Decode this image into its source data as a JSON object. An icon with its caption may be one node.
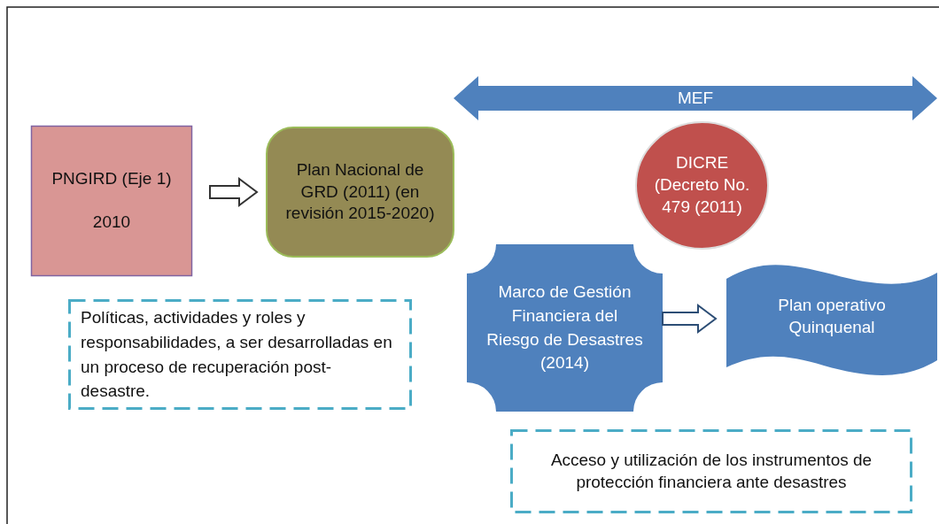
{
  "diagram": {
    "nodes": [
      {
        "text": [
          "PNGIRD (Eje 1)",
          "2010"
        ]
      },
      {
        "text": [
          "Plan Nacional de GRD (2011) (en revisión 2015-2020)"
        ]
      },
      {
        "text": [
          "Políticas, actividades y roles y responsabilidades, a ser desarrolladas en un proceso de recuperación post-desastre."
        ]
      },
      {
        "text": [
          "MEF"
        ]
      },
      {
        "text": [
          "DICRE (Decreto No. 479 (2011)"
        ]
      },
      {
        "text": [
          "Marco de Gestión Financiera del Riesgo de Desastres (2014)"
        ]
      },
      {
        "text": [
          "Plan operativo Quinquenal"
        ]
      },
      {
        "text": [
          "Acceso y utilización de los instrumentos de protección financiera ante desastres"
        ]
      }
    ],
    "edges": [
      {
        "from": 0,
        "to": 1,
        "arrow": "to"
      },
      {
        "from": 5,
        "to": 6,
        "arrow": "to",
        "color": "#2c4d75"
      }
    ]
  }
}
